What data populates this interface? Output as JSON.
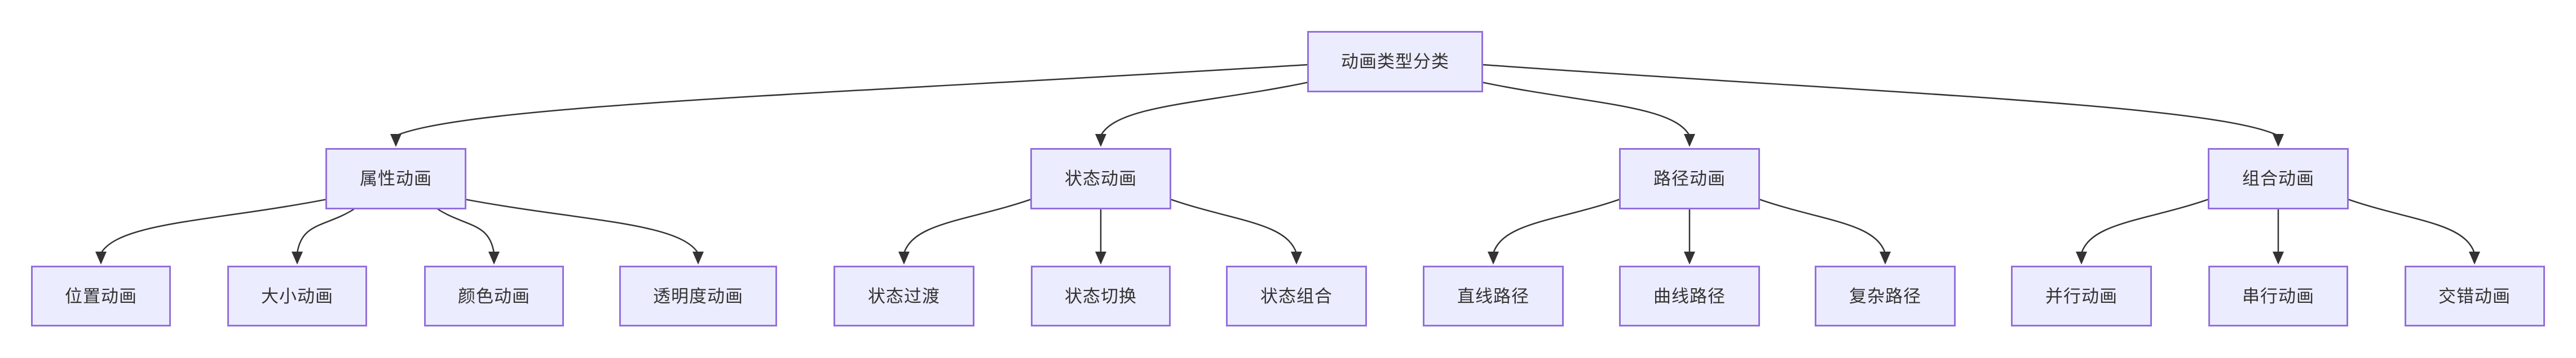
{
  "diagram": {
    "type": "flowchart",
    "direction": "top-down",
    "title": "动画类型分类",
    "colors": {
      "background": "#ffffff",
      "node_fill": "#ECECFF",
      "node_border": "#9370DB",
      "edge_stroke": "#333333",
      "text": "#333333"
    },
    "nodes": [
      {
        "id": "root",
        "label": "动画类型分类",
        "level": 1
      },
      {
        "id": "prop",
        "label": "属性动画",
        "level": 2
      },
      {
        "id": "state",
        "label": "状态动画",
        "level": 2
      },
      {
        "id": "path",
        "label": "路径动画",
        "level": 2
      },
      {
        "id": "comb",
        "label": "组合动画",
        "level": 2
      },
      {
        "id": "pos",
        "label": "位置动画",
        "level": 3
      },
      {
        "id": "size",
        "label": "大小动画",
        "level": 3
      },
      {
        "id": "color",
        "label": "颜色动画",
        "level": 3
      },
      {
        "id": "opacity",
        "label": "透明度动画",
        "level": 3
      },
      {
        "id": "transition",
        "label": "状态过渡",
        "level": 3
      },
      {
        "id": "switch",
        "label": "状态切换",
        "level": 3
      },
      {
        "id": "stcomb",
        "label": "状态组合",
        "level": 3
      },
      {
        "id": "line",
        "label": "直线路径",
        "level": 3
      },
      {
        "id": "curve",
        "label": "曲线路径",
        "level": 3
      },
      {
        "id": "complex",
        "label": "复杂路径",
        "level": 3
      },
      {
        "id": "parallel",
        "label": "并行动画",
        "level": 3
      },
      {
        "id": "serial",
        "label": "串行动画",
        "level": 3
      },
      {
        "id": "stagger",
        "label": "交错动画",
        "level": 3
      }
    ],
    "edges": [
      {
        "from": "root",
        "to": "prop"
      },
      {
        "from": "root",
        "to": "state"
      },
      {
        "from": "root",
        "to": "path"
      },
      {
        "from": "root",
        "to": "comb"
      },
      {
        "from": "prop",
        "to": "pos"
      },
      {
        "from": "prop",
        "to": "size"
      },
      {
        "from": "prop",
        "to": "color"
      },
      {
        "from": "prop",
        "to": "opacity"
      },
      {
        "from": "state",
        "to": "transition"
      },
      {
        "from": "state",
        "to": "switch"
      },
      {
        "from": "state",
        "to": "stcomb"
      },
      {
        "from": "path",
        "to": "line"
      },
      {
        "from": "path",
        "to": "curve"
      },
      {
        "from": "path",
        "to": "complex"
      },
      {
        "from": "comb",
        "to": "parallel"
      },
      {
        "from": "comb",
        "to": "serial"
      },
      {
        "from": "comb",
        "to": "stagger"
      }
    ]
  }
}
